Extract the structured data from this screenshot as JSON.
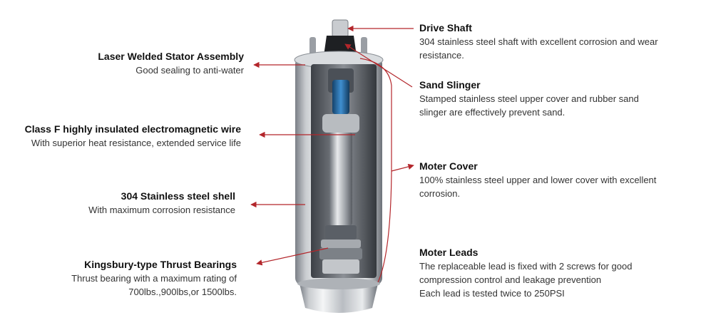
{
  "colors": {
    "leader": "#b3262b",
    "steel_light": "#e6e8ea",
    "steel_dark": "#5e636a",
    "accent_blue": "#2f78b7"
  },
  "left_callouts": [
    {
      "title": "Laser Welded Stator Assembly",
      "lines": [
        "Good sealing to anti-water"
      ]
    },
    {
      "title": "Class F highly insulated electromagnetic wire",
      "lines": [
        "With superior heat resistance, extended service life"
      ]
    },
    {
      "title": "304 Stainless steel shell",
      "lines": [
        "With maximum corrosion resistance"
      ]
    },
    {
      "title": "Kingsbury-type Thrust Bearings",
      "lines": [
        "Thrust bearing with a maximum rating of",
        "700lbs.,900lbs,or 1500lbs."
      ]
    }
  ],
  "right_callouts": [
    {
      "title": "Drive Shaft",
      "lines": [
        "304 stainless steel shaft with excellent corrosion and wear",
        "resistance."
      ]
    },
    {
      "title": "Sand Slinger",
      "lines": [
        "Stamped stainless steel upper cover and rubber sand",
        "slinger are effectively prevent sand."
      ]
    },
    {
      "title": "Moter Cover",
      "lines": [
        "100% stainless steel upper and lower cover with excellent",
        "corrosion."
      ]
    },
    {
      "title": "Moter Leads",
      "lines": [
        "The replaceable lead is fixed with 2 screws for good",
        "compression control and leakage prevention",
        "Each lead is tested twice to 250PSI"
      ]
    }
  ]
}
